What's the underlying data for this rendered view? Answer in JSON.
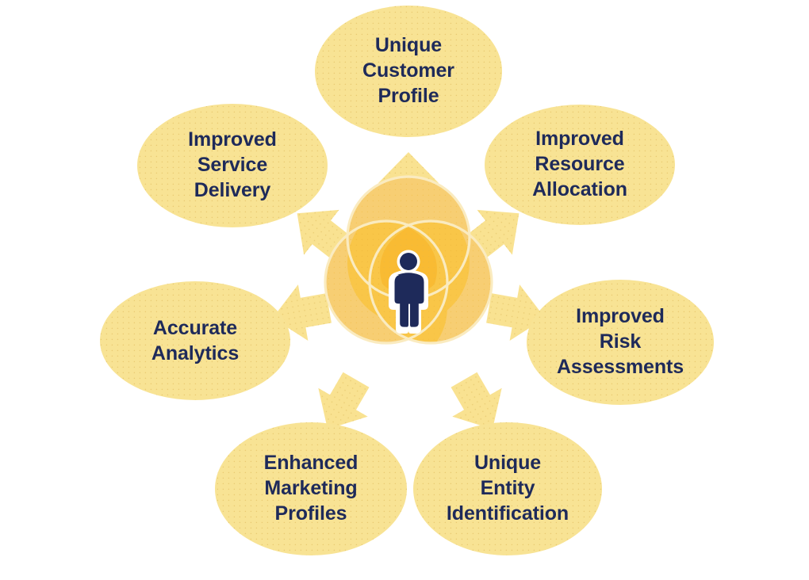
{
  "diagram": {
    "title": "Unique Customer Profile benefits wheel",
    "type": "hub-and-spoke",
    "center": {
      "name": "venn-hub",
      "icon": "person-icon",
      "description": "Three overlapping circles with a person silhouette at the center",
      "circle_count": 3
    },
    "colors": {
      "ellipse_fill": "#F8E394",
      "ellipse_dots": "#E8C86A",
      "label_text": "#1E2A5A",
      "arrow_fill": "#F9E08F",
      "arrow_dots": "#E8C86A",
      "venn_light": "#F7CE73",
      "venn_mid": "#F9C648",
      "venn_dark": "#F9BB33",
      "venn_stroke": "#FAEBC0",
      "person_icon": "#1E2A5A",
      "background": "#FFFFFF"
    },
    "nodes": [
      {
        "id": "unique-customer-profile",
        "label": "Unique\nCustomer\nProfile",
        "position": "top"
      },
      {
        "id": "improved-resource-allocation",
        "label": "Improved\nResource\nAllocation",
        "position": "top-right"
      },
      {
        "id": "improved-risk-assessments",
        "label": "Improved\nRisk\nAssessments",
        "position": "right"
      },
      {
        "id": "unique-entity-identification",
        "label": "Unique\nEntity\nIdentification",
        "position": "bottom-right"
      },
      {
        "id": "enhanced-marketing-profiles",
        "label": "Enhanced\nMarketing\nProfiles",
        "position": "bottom-left"
      },
      {
        "id": "accurate-analytics",
        "label": "Accurate\nAnalytics",
        "position": "left"
      },
      {
        "id": "improved-service-delivery",
        "label": "Improved\nService\nDelivery",
        "position": "top-left"
      }
    ],
    "arrows": [
      {
        "id": "arrow-top",
        "direction": "up",
        "points_to": "unique-customer-profile"
      },
      {
        "id": "arrow-top-right",
        "direction": "up-right",
        "points_to": "improved-resource-allocation"
      },
      {
        "id": "arrow-right",
        "direction": "right",
        "points_to": "improved-risk-assessments"
      },
      {
        "id": "arrow-bottom-right",
        "direction": "down-right",
        "points_to": "unique-entity-identification"
      },
      {
        "id": "arrow-bottom-left",
        "direction": "down-left",
        "points_to": "enhanced-marketing-profiles"
      },
      {
        "id": "arrow-left",
        "direction": "left",
        "points_to": "accurate-analytics"
      },
      {
        "id": "arrow-top-left",
        "direction": "up-left",
        "points_to": "improved-service-delivery"
      }
    ]
  }
}
